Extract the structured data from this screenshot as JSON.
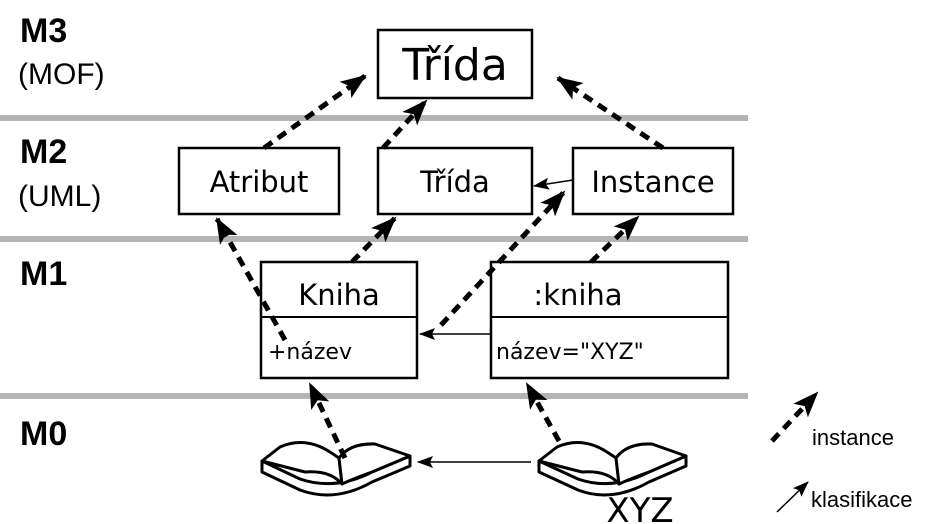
{
  "levels": [
    {
      "name": "M3",
      "subtitle": "(MOF)"
    },
    {
      "name": "M2",
      "subtitle": "(UML)"
    },
    {
      "name": "M1",
      "subtitle": ""
    },
    {
      "name": "M0",
      "subtitle": ""
    }
  ],
  "m3": {
    "class_label": "Třída"
  },
  "m2": {
    "attribute_label": "Atribut",
    "class_label": "Třída",
    "instance_label": "Instance"
  },
  "m1": {
    "class_box": {
      "name": "Kniha",
      "attribute": "+název"
    },
    "instance_box": {
      "name": ":kniha",
      "attribute_value": "název=\"XYZ\""
    }
  },
  "m0": {
    "book_title": "XYZ"
  },
  "legend": {
    "instance_label": "instance",
    "classification_label": "klasifikace"
  },
  "colors": {
    "separator": "#b4b4b4",
    "stroke": "#000000",
    "background": "#ffffff"
  }
}
